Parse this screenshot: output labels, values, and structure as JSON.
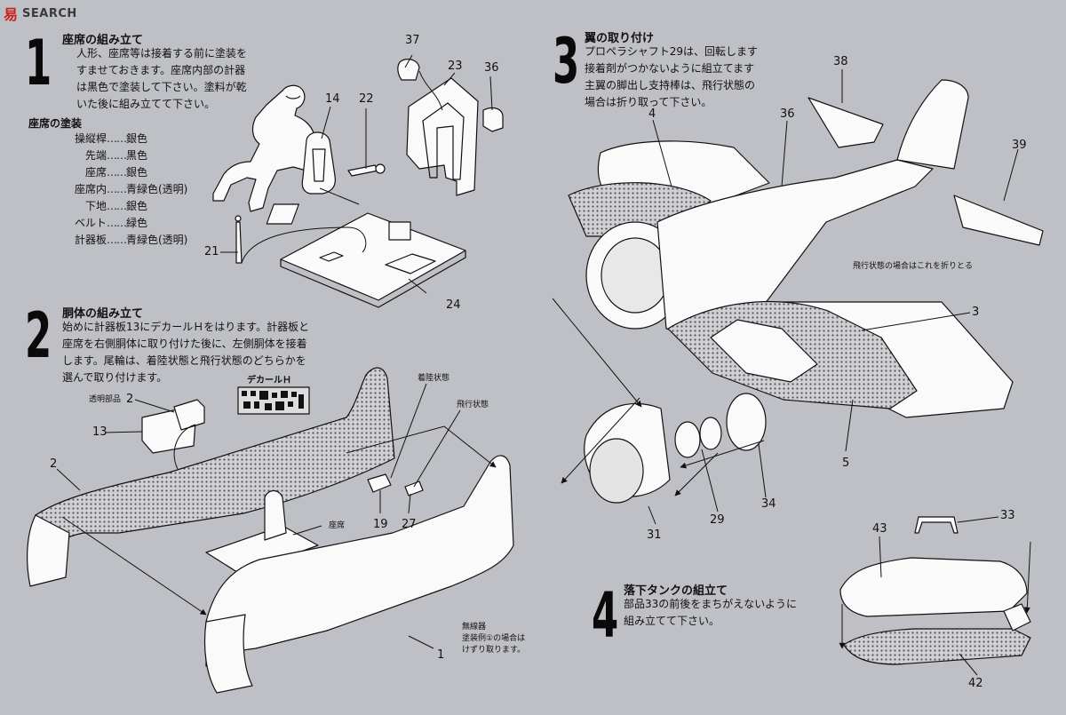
{
  "watermark": {
    "logo": "易",
    "text": "SEARCH"
  },
  "steps": [
    {
      "number": "1",
      "title": "座席の組み立て",
      "lines": [
        "人形、座席等は接着する前に塗装を",
        "すませておきます。座席内部の計器",
        "は黒色で塗装して下さい。塗料が乾",
        "いた後に組み立てて下さい。"
      ]
    },
    {
      "number": "2",
      "title": "胴体の組み立て",
      "lines": [
        "始めに計器板13にデカールＨをはります。計器板と",
        "座席を右側胴体に取り付けた後に、左側胴体を接着",
        "します。尾輪は、着陸状態と飛行状態のどちらかを",
        "選んで取り付けます。"
      ]
    },
    {
      "number": "3",
      "title": "翼の取り付け",
      "lines": [
        "プロペラシャフト29は、回転します",
        "接着剤がつかないように組立てます",
        "主翼の脚出し支持棒は、飛行状態の",
        "場合は折り取って下さい。"
      ]
    },
    {
      "number": "4",
      "title": "落下タンクの組立て",
      "lines": [
        "部品33の前後をまちがえないように",
        "組み立てて下さい。"
      ]
    }
  ],
  "paint": {
    "title": "座席の塗装",
    "rows": [
      {
        "part": "操縦桿",
        "dots": "……",
        "color": "銀色"
      },
      {
        "part": "先端",
        "dots": "……",
        "color": "黒色"
      },
      {
        "part": "座席",
        "dots": "……",
        "color": "銀色"
      },
      {
        "part": "座席内",
        "dots": "……",
        "color": "青緑色(透明)"
      },
      {
        "part": "下地",
        "dots": "……",
        "color": "銀色"
      },
      {
        "part": "ベルト",
        "dots": "……",
        "color": "緑色"
      },
      {
        "part": "計器板",
        "dots": "……",
        "color": "青緑色(透明)"
      }
    ]
  },
  "parts": {
    "p37": "37",
    "p23": "23",
    "p36a": "36",
    "p14": "14",
    "p22": "22",
    "p21": "21",
    "p24": "24",
    "p2a": "2",
    "p13": "13",
    "p2b": "2",
    "p19": "19",
    "p27": "27",
    "p1": "1",
    "p4": "4",
    "p38": "38",
    "p36b": "36",
    "p39": "39",
    "p3": "3",
    "p5": "5",
    "p31": "31",
    "p29": "29",
    "p34": "34",
    "p43": "43",
    "p33": "33",
    "p42": "42"
  },
  "notes": {
    "decal": "デカールＨ",
    "clear_part": "透明部品",
    "landing": "着陸状態",
    "flight": "飛行状態",
    "seat": "座席",
    "radio_1": "無線器",
    "radio_2": "塗装例①の場合は",
    "radio_3": "けずり取ります。",
    "fold_note": "飛行状態の場合はこれを折りとる"
  }
}
